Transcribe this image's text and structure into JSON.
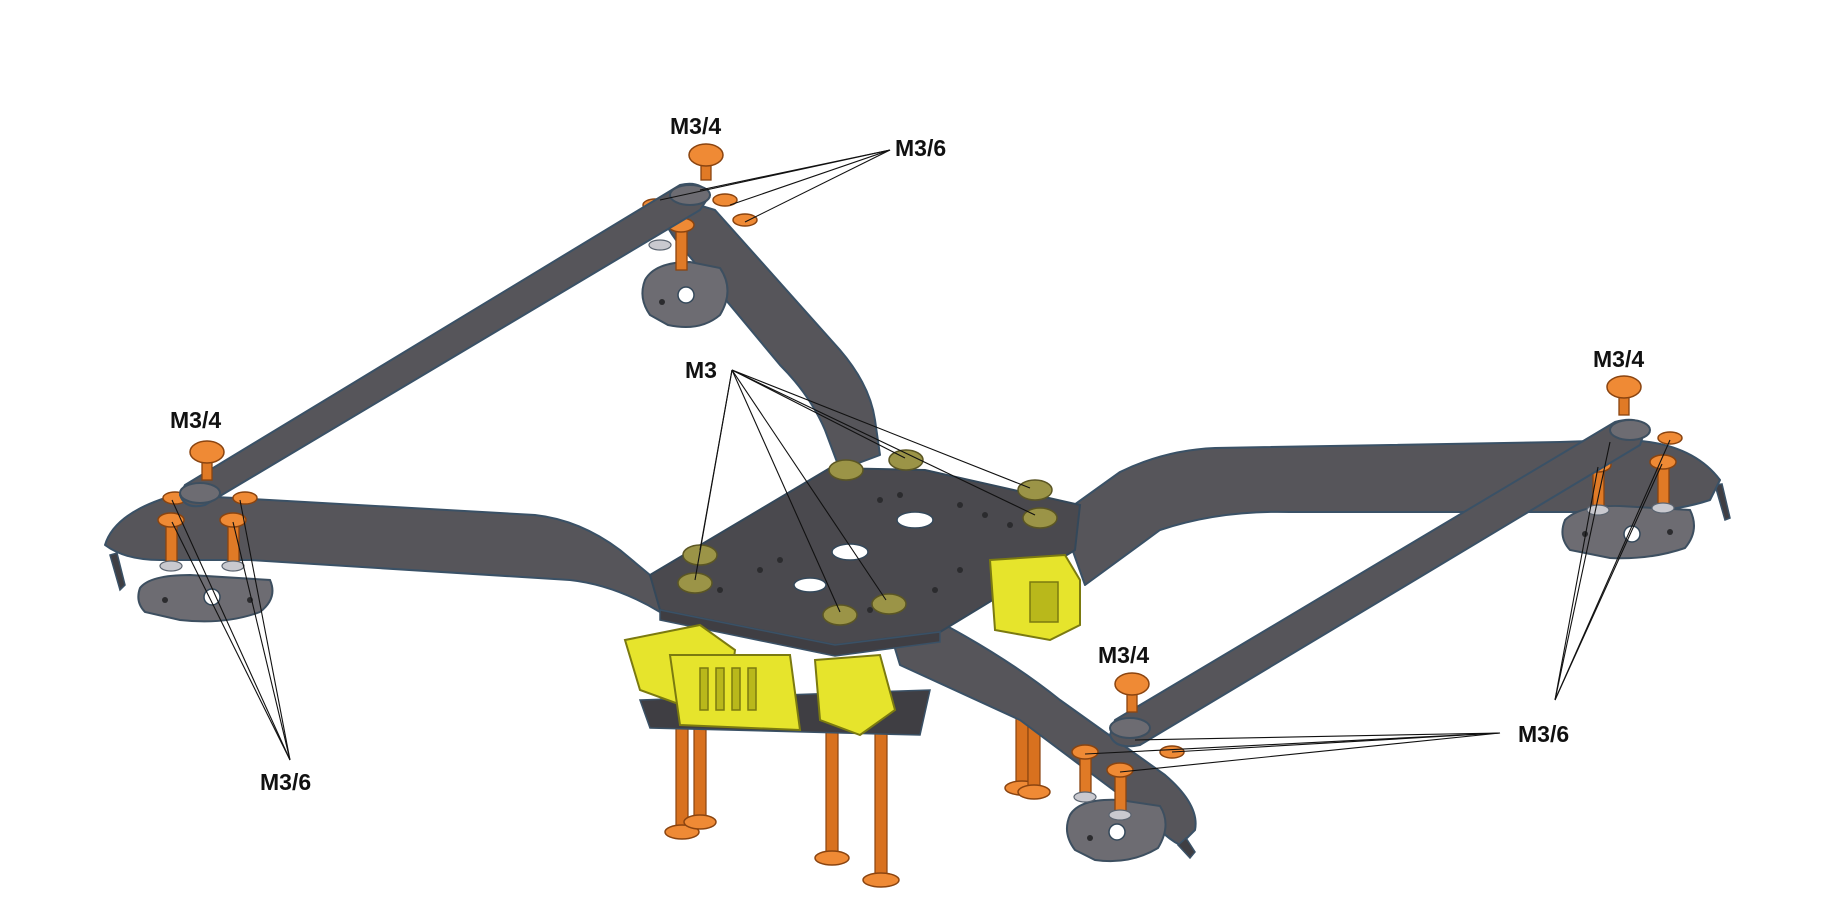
{
  "labels": {
    "top_center_m34": "M3/4",
    "top_center_m36": "M3/6",
    "center_m3": "M3",
    "left_m34": "M3/4",
    "left_m36": "M3/6",
    "right_m34": "M3/4",
    "right_m36": "M3/6",
    "front_m34": "M3/4",
    "front_m36": "M3/6"
  },
  "colors": {
    "frame": "#56555a",
    "screws": "#e07a26",
    "nuts": "#9b9447",
    "printed_parts": "#e6e42c"
  }
}
